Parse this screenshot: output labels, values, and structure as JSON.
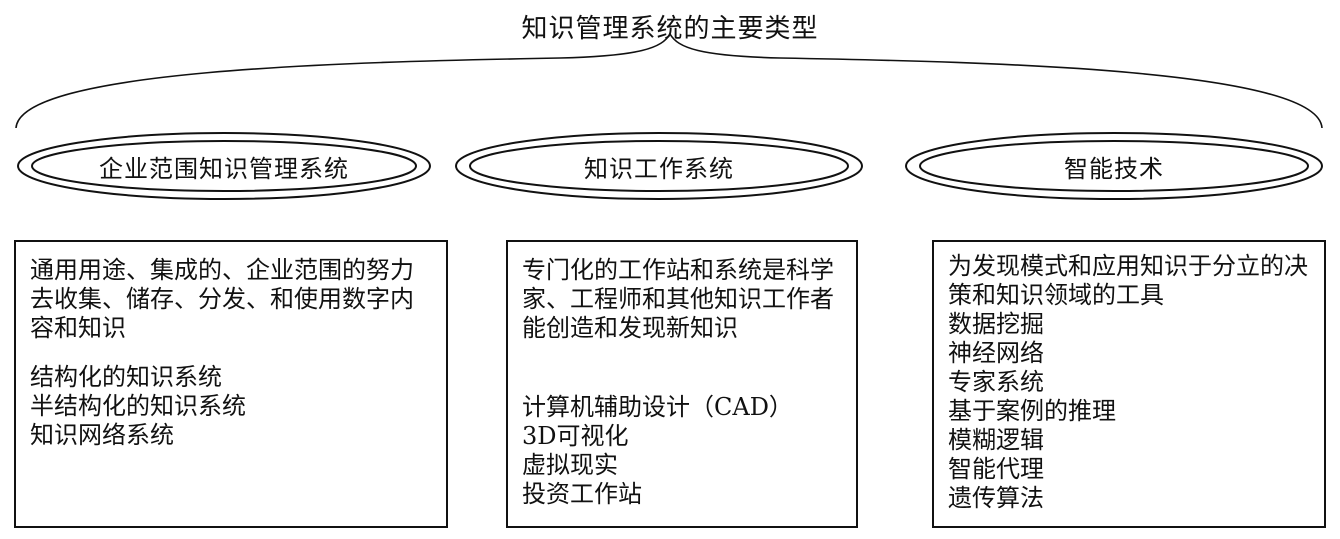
{
  "title": "知识管理系统的主要类型",
  "categories": [
    {
      "name": "企业范围知识管理系统",
      "description": "通用用途、集成的、企业范围的努力去收集、储存、分发、和使用数字内容和知识",
      "items": [
        "结构化的知识系统",
        "半结构化的知识系统",
        "知识网络系统"
      ]
    },
    {
      "name": "知识工作系统",
      "description": "专门化的工作站和系统是科学家、工程师和其他知识工作者能创造和发现新知识",
      "items": [
        "计算机辅助设计（CAD）",
        "3D可视化",
        "虚拟现实",
        "投资工作站"
      ]
    },
    {
      "name": "智能技术",
      "description": "为发现模式和应用知识于分立的决策和知识领域的工具",
      "items": [
        "数据挖掘",
        "神经网络",
        "专家系统",
        "基于案例的推理",
        "模糊逻辑",
        "智能代理",
        "遗传算法"
      ]
    }
  ]
}
